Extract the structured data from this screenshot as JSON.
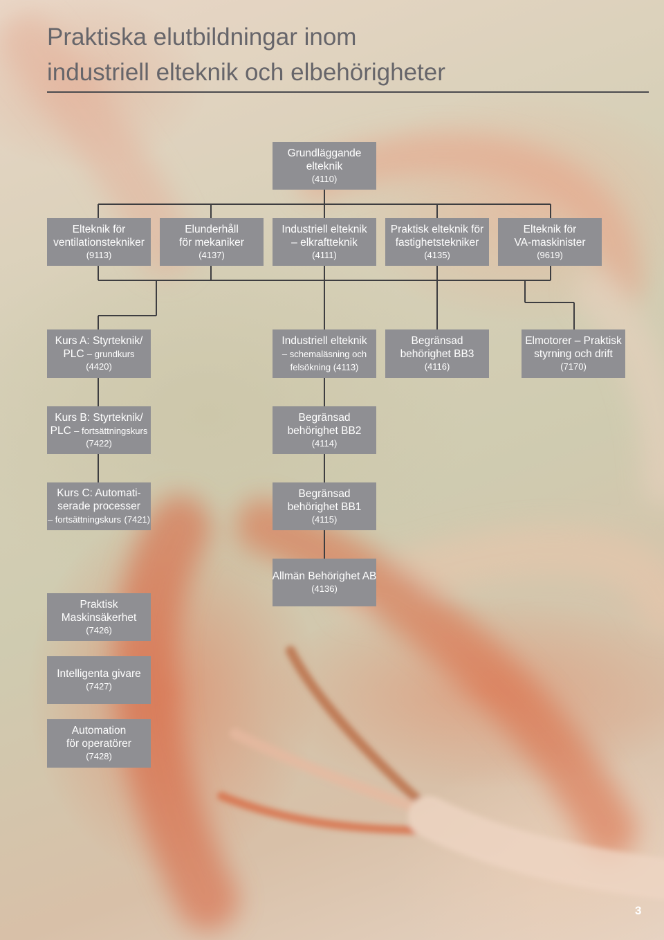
{
  "page": {
    "title_line1": "Praktiska elutbildningar inom",
    "title_line2": "industriell elteknik och elbehörigheter",
    "page_number": "3"
  },
  "colors": {
    "box": "#8f8f93",
    "box_text": "#ffffff",
    "connector": "#3d3d40",
    "title": "#66656a"
  },
  "courses": {
    "c4110": {
      "l1": "Grundläggande",
      "l2": "elteknik",
      "code": "(4110)"
    },
    "c9113": {
      "l1": "Elteknik för",
      "l2": "ventilationstekniker",
      "code": "(9113)"
    },
    "c4137": {
      "l1": "Elunderhåll",
      "l2": "för mekaniker",
      "code": "(4137)"
    },
    "c4111": {
      "l1": "Industriell elteknik",
      "l2": "– elkraftteknik",
      "code": "(4111)"
    },
    "c4135": {
      "l1": "Praktisk elteknik för",
      "l2": "fastighetstekniker",
      "code": "(4135)"
    },
    "c9619": {
      "l1": "Elteknik för",
      "l2": "VA-maskinister",
      "code": "(9619)"
    },
    "c4420": {
      "l1": "Kurs A: Styrteknik/",
      "l2a": "PLC",
      "l2b": "– grundkurs",
      "code": "(4420)"
    },
    "c4113": {
      "l1": "Industriell elteknik",
      "l2": "– schemaläsning och",
      "l3": "felsökning (4113)"
    },
    "c4116": {
      "l1": "Begränsad",
      "l2": "behörighet BB3",
      "code": "(4116)"
    },
    "c7170": {
      "l1": "Elmotorer – Praktisk",
      "l2": "styrning och drift",
      "code": "(7170)"
    },
    "c7422": {
      "l1": "Kurs B: Styrteknik/",
      "l2a": "PLC",
      "l2b": "– fortsättningskurs",
      "code": "(7422)"
    },
    "c4114": {
      "l1": "Begränsad",
      "l2": "behörighet BB2",
      "code": "(4114)"
    },
    "c7421": {
      "l1": "Kurs C: Automati-",
      "l2": "serade processer",
      "l3a": "– fortsättningskurs",
      "l3b": "(7421)"
    },
    "c4115": {
      "l1": "Begränsad",
      "l2": "behörighet BB1",
      "code": "(4115)"
    },
    "c4136": {
      "l1": "Allmän Behörighet AB",
      "code": "(4136)"
    },
    "c7426": {
      "l1": "Praktisk",
      "l2": "Maskinsäkerhet",
      "code": "(7426)"
    },
    "c7427": {
      "l1": "Intelligenta givare",
      "code": "(7427)"
    },
    "c7428": {
      "l1": "Automation",
      "l2": "för operatörer",
      "code": "(7428)"
    }
  }
}
